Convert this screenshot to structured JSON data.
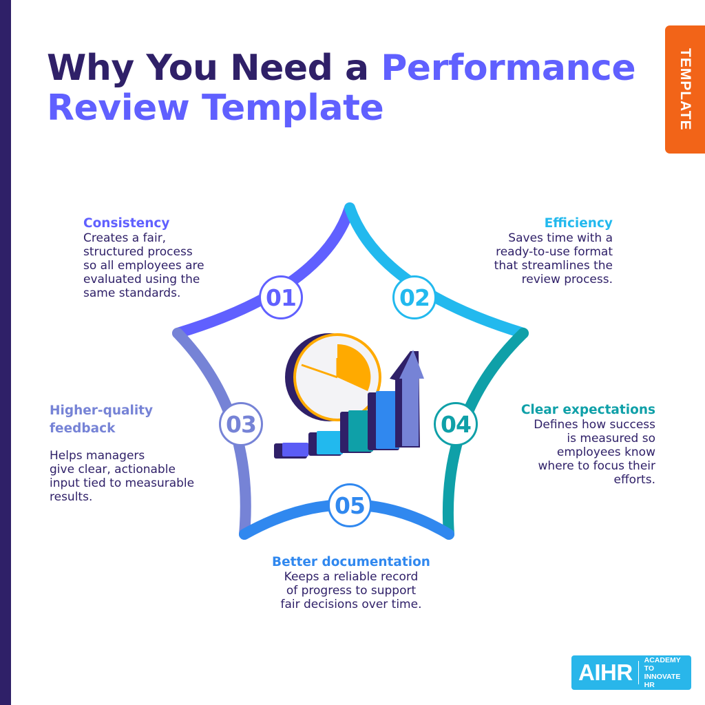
{
  "header": {
    "title_part1": "Why You Need a ",
    "title_part1_highlight": "Performance",
    "title_line2": "Review Template",
    "tag": "TEMPLATE"
  },
  "colors": {
    "navy": "#2f2068",
    "purple": "#6060ff",
    "sky": "#22b9ee",
    "teal": "#0fa0a8",
    "periwinkle": "#7683d6",
    "blue": "#3088ef",
    "orange": "#f26418",
    "clock_orange": "#ffaa00",
    "logo_blue": "#29b6ea"
  },
  "items": [
    {
      "number": "01",
      "title": "Consistency",
      "lines": [
        "Creates a fair,",
        "structured process",
        "so all employees are",
        "evaluated using the",
        "same standards."
      ]
    },
    {
      "number": "02",
      "title": "Efficiency",
      "lines": [
        "Saves time with a",
        "ready-to-use format",
        "that streamlines the",
        "review process."
      ]
    },
    {
      "number": "03",
      "title_lines": [
        "Higher-quality",
        "feedback"
      ],
      "lines": [
        "Helps managers",
        "give clear, actionable",
        "input tied to measurable",
        "results."
      ]
    },
    {
      "number": "04",
      "title": "Clear expectations",
      "lines": [
        "Defines how success",
        "is measured so",
        "employees know",
        "where to focus their",
        "efforts."
      ]
    },
    {
      "number": "05",
      "title": "Better documentation",
      "lines": [
        "Keeps a reliable record",
        "of progress to support",
        "fair decisions over time."
      ]
    }
  ],
  "center_icons": [
    "clock-icon",
    "growth-bar-chart-icon",
    "up-arrow-icon"
  ],
  "logo": {
    "mark": "AIHR",
    "line1": "ACADEMY TO",
    "line2": "INNOVATE HR"
  }
}
